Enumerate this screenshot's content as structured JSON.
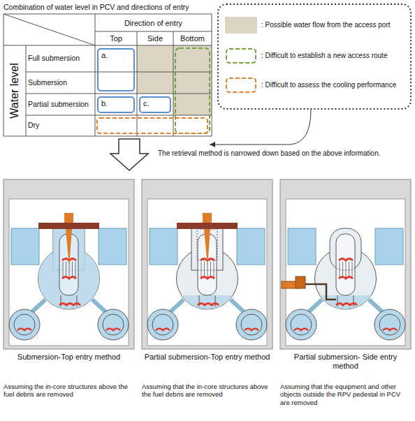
{
  "diagram": {
    "nodes": [
      {
        "text": [
          "a."
        ]
      },
      {
        "text": [
          "b."
        ]
      },
      {
        "text": [
          "c."
        ]
      }
    ],
    "labels": [
      "Combination of water level in PCV and directions of entry",
      "Direction of entry",
      "Top",
      "Side",
      "Bottom",
      "Water level",
      "Full submersion",
      "Submersion",
      "Partial submersion",
      "Dry",
      "The retrieval method is narrowed down based on the above information.",
      "Submersion-Top entry method",
      "Partial submersion-Top entry method",
      "Partial submersion- Side entry method",
      "Assuming the in-core structures above the fuel debris are removed",
      "Assuming that the in-core structures above the fuel debris are removed",
      "Assuming that the equipment and other objects outside the RPV pedestal in PCV are removed"
    ],
    "legend": [
      {
        "text": ": Possible water flow from the access port",
        "color": "#dcd5c3"
      },
      {
        "text": ": Difficult to establish a new access route"
      },
      {
        "text": ": Difficult to assess the cooling performance"
      }
    ]
  }
}
